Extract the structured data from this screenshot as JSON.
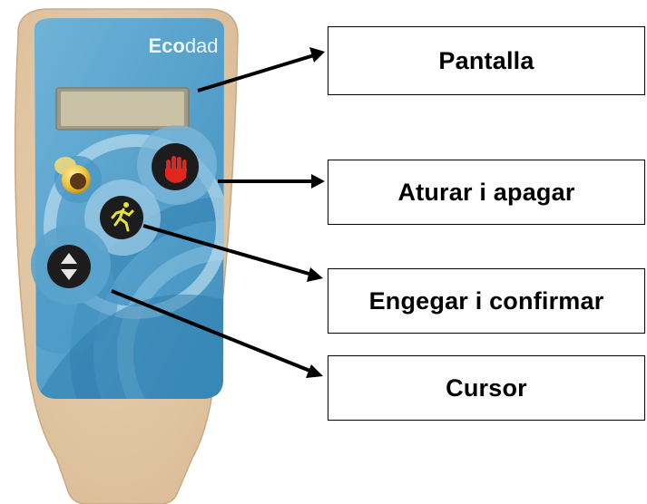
{
  "device": {
    "brand_prefix": "Eco",
    "brand_suffix": "dad",
    "colors": {
      "casing": "#e2c7a3",
      "panel": "#5aa3cc",
      "panel_dark": "#2f7fae",
      "screen": "#c9c2a6",
      "led": "#f2c23b",
      "button": "#1c1c1c",
      "stop_icon": "#e0261f",
      "run_icon": "#e8e23a"
    },
    "buttons": [
      {
        "id": "stop",
        "icon": "hand-stop-icon"
      },
      {
        "id": "start",
        "icon": "running-person-icon"
      },
      {
        "id": "cursor",
        "icon": "up-down-arrows-icon"
      }
    ]
  },
  "callouts": [
    {
      "label": "Pantalla"
    },
    {
      "label": "Aturar i apagar"
    },
    {
      "label": "Engegar i confirmar"
    },
    {
      "label": "Cursor"
    }
  ]
}
